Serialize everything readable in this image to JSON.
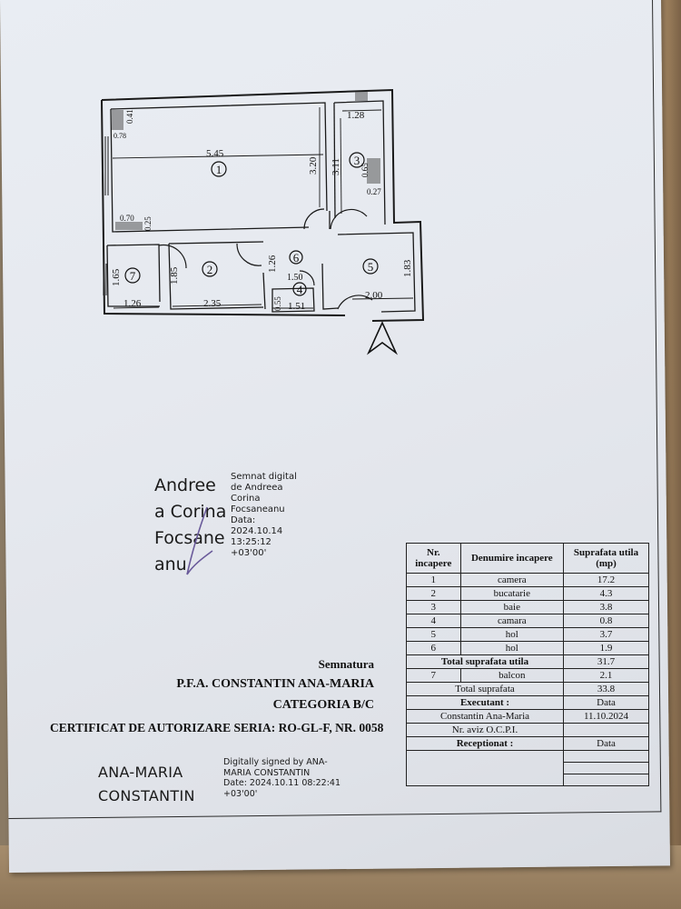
{
  "plan": {
    "dims": {
      "d545": "5.45",
      "d320": "3.20",
      "d311": "3.11",
      "d128": "1.28",
      "d041": "0.41",
      "d078a": "0.78",
      "d070": "0.70",
      "d025": "0.25",
      "d065": "0.65",
      "d027": "0.27",
      "d165": "1.65",
      "d126a": "1.26",
      "d185": "1.85",
      "d235": "2.35",
      "d126b": "1.26",
      "d150": "1.50",
      "d055": "0.55",
      "d151": "1.51",
      "d183": "1.83",
      "d200": "2.00"
    },
    "rooms": {
      "r1": "1",
      "r2": "2",
      "r3": "3",
      "r4": "4",
      "r5": "5",
      "r6": "6",
      "r7": "7"
    }
  },
  "signatures": {
    "left_name_lines": [
      "Andree",
      "a Corina",
      "Focsane",
      "anu"
    ],
    "left_meta_lines": [
      "Semnat digital",
      "de Andreea",
      "Corina",
      "Focsaneanu",
      "Data:",
      "2024.10.14",
      "13:25:12",
      "+03'00'"
    ],
    "bottom_name_lines": [
      "ANA-MARIA",
      "CONSTANTIN"
    ],
    "bottom_meta_lines": [
      "Digitally signed by ANA-",
      "MARIA CONSTANTIN",
      "Date: 2024.10.11 08:22:41",
      "+03'00'"
    ]
  },
  "stamp": {
    "semnatura": "Semnatura",
    "pfa": "P.F.A. CONSTANTIN ANA-MARIA",
    "categoria": "CATEGORIA B/C",
    "certificat": "CERTIFICAT DE AUTORIZARE SERIA: RO-GL-F, NR. 0058"
  },
  "table": {
    "headers": {
      "nr": "Nr. incapere",
      "denumire": "Denumire incapere",
      "suprafata": "Suprafata utila (mp)"
    },
    "rows": [
      {
        "nr": "1",
        "name": "camera",
        "area": "17.2"
      },
      {
        "nr": "2",
        "name": "bucatarie",
        "area": "4.3"
      },
      {
        "nr": "3",
        "name": "baie",
        "area": "3.8"
      },
      {
        "nr": "4",
        "name": "camara",
        "area": "0.8"
      },
      {
        "nr": "5",
        "name": "hol",
        "area": "3.7"
      },
      {
        "nr": "6",
        "name": "hol",
        "area": "1.9"
      }
    ],
    "total_utila_label": "Total suprafata utila",
    "total_utila_value": "31.7",
    "balcon": {
      "nr": "7",
      "name": "balcon",
      "area": "2.1"
    },
    "total_label": "Total suprafata",
    "total_value": "33.8",
    "executant_label": "Executant :",
    "data_label_1": "Data",
    "executant_name": "Constantin Ana-Maria",
    "executant_date": "11.10.2024",
    "aviz_label": "Nr. aviz O.C.P.I.",
    "receptionat_label": "Receptionat :",
    "data_label_2": "Data"
  }
}
